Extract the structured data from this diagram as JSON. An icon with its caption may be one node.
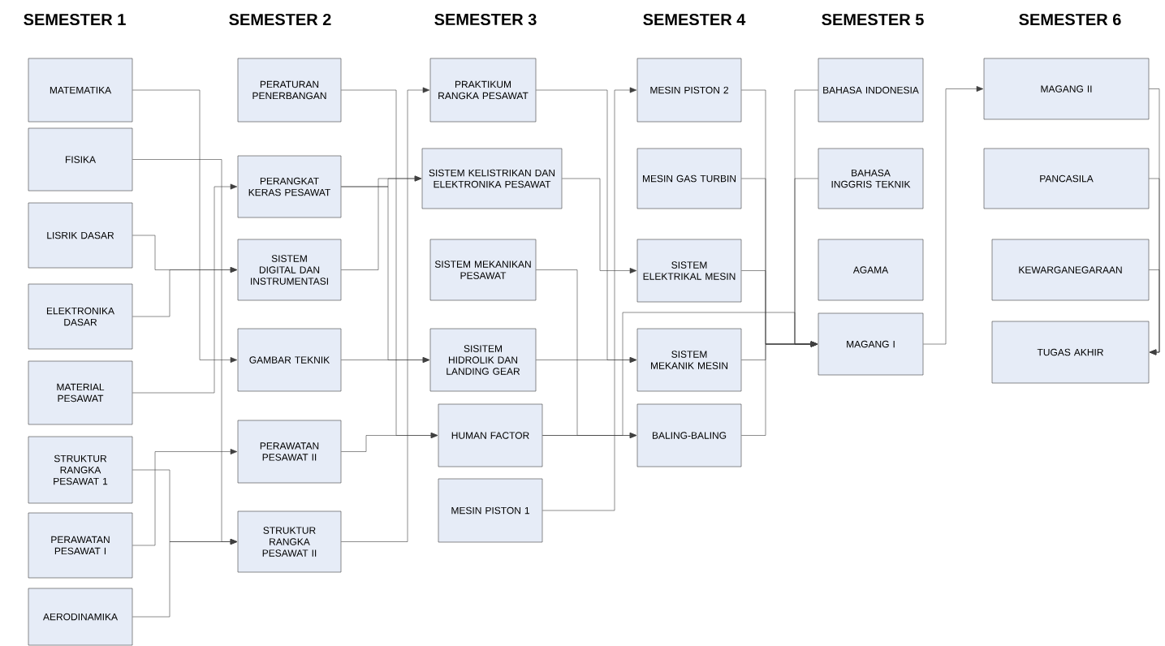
{
  "diagram": {
    "nodes": [
      {
        "text": [
          "MATEMATIKA"
        ]
      },
      {
        "text": [
          "FISIKA"
        ]
      },
      {
        "text": [
          "LISRIK DASAR"
        ]
      },
      {
        "text": [
          "ELEKTRONIKA DASAR"
        ]
      },
      {
        "text": [
          "MATERIAL PESAWAT"
        ]
      },
      {
        "text": [
          "STRUKTUR RANGKA PESAWAT 1"
        ]
      },
      {
        "text": [
          "PERAWATAN PESAWAT I"
        ]
      },
      {
        "text": [
          "AERODINAMIKA"
        ]
      },
      {
        "text": [
          "PERATURAN PENERBANGAN"
        ]
      },
      {
        "text": [
          "PERANGKAT KERAS PESAWAT"
        ]
      },
      {
        "text": [
          "SISTEM DIGITAL DAN INSTRUMENTASI"
        ]
      },
      {
        "text": [
          "GAMBAR TEKNIK"
        ]
      },
      {
        "text": [
          "PERAWATAN PESAWAT II"
        ]
      },
      {
        "text": [
          "STRUKTUR RANGKA PESAWAT II"
        ]
      },
      {
        "text": [
          "PRAKTIKUM RANGKA PESAWAT"
        ]
      },
      {
        "text": [
          "SISTEM KELISTRIKAN DAN ELEKTRONIKA PESAWAT"
        ]
      },
      {
        "text": [
          "SISTEM MEKANIKAN PESAWAT"
        ]
      },
      {
        "text": [
          "SISITEM HIDROLIK DAN LANDING GEAR"
        ]
      },
      {
        "text": [
          "HUMAN FACTOR"
        ]
      },
      {
        "text": [
          "MESIN PISTON 1"
        ]
      },
      {
        "text": [
          "MESIN PISTON 2"
        ]
      },
      {
        "text": [
          "MESIN GAS TURBIN"
        ]
      },
      {
        "text": [
          "SISTEM ELEKTRIKAL MESIN"
        ]
      },
      {
        "text": [
          "SISTEM MEKANIK MESIN"
        ]
      },
      {
        "text": [
          "BALING-BALING"
        ]
      },
      {
        "text": [
          "BAHASA INDONESIA"
        ]
      },
      {
        "text": [
          "BAHASA INGGRIS TEKNIK"
        ]
      },
      {
        "text": [
          "AGAMA"
        ]
      },
      {
        "text": [
          "MAGANG I"
        ]
      },
      {
        "text": [
          "MAGANG II"
        ]
      },
      {
        "text": [
          "PANCASILA"
        ]
      },
      {
        "text": [
          "KEWARGANEGARAAN"
        ]
      },
      {
        "text": [
          "TUGAS AKHIR"
        ]
      }
    ],
    "edges": [
      {
        "from": 0,
        "to": 11,
        "arrow": "to"
      },
      {
        "from": 1,
        "to": 13,
        "arrow": "to"
      },
      {
        "from": 2,
        "to": 10,
        "arrow": "to"
      },
      {
        "from": 3,
        "to": 10,
        "arrow": "to"
      },
      {
        "from": 4,
        "to": 9,
        "arrow": "to"
      },
      {
        "from": 5,
        "to": 13,
        "arrow": "to"
      },
      {
        "from": 6,
        "to": 12,
        "arrow": "to"
      },
      {
        "from": 7,
        "to": 13,
        "arrow": "to"
      },
      {
        "from": 8,
        "to": 18,
        "arrow": "to"
      },
      {
        "from": 9,
        "to": 15,
        "arrow": "to"
      },
      {
        "from": 10,
        "to": 15,
        "arrow": "to"
      },
      {
        "from": 9,
        "to": 17,
        "arrow": "to"
      },
      {
        "from": 11,
        "to": 17,
        "arrow": "to"
      },
      {
        "from": 12,
        "to": 18,
        "arrow": "to"
      },
      {
        "from": 13,
        "to": 14,
        "arrow": "to"
      },
      {
        "from": 14,
        "to": 23,
        "arrow": "to"
      },
      {
        "from": 15,
        "to": 22,
        "arrow": "to"
      },
      {
        "from": 16,
        "to": 24,
        "arrow": "to"
      },
      {
        "from": 17,
        "to": 23,
        "arrow": "to"
      },
      {
        "from": 18,
        "to": 24,
        "arrow": "to"
      },
      {
        "from": 18,
        "to": 28,
        "arrow": "to"
      },
      {
        "from": 19,
        "to": 20,
        "arrow": "to"
      },
      {
        "from": 20,
        "to": 28,
        "arrow": "to"
      },
      {
        "from": 21,
        "to": 28,
        "arrow": "to"
      },
      {
        "from": 22,
        "to": 28,
        "arrow": "to"
      },
      {
        "from": 23,
        "to": 28,
        "arrow": "to"
      },
      {
        "from": 24,
        "to": 28,
        "arrow": "to"
      },
      {
        "from": 25,
        "to": 28,
        "arrow": "to"
      },
      {
        "from": 26,
        "to": 28,
        "arrow": "to"
      },
      {
        "from": 28,
        "to": 29,
        "arrow": "to"
      },
      {
        "from": 29,
        "to": 32,
        "arrow": "to"
      },
      {
        "from": 30,
        "to": 32,
        "arrow": "to"
      },
      {
        "from": 31,
        "to": 32,
        "arrow": "to"
      }
    ],
    "labels": [
      "SEMESTER 1",
      "SEMESTER 2",
      "SEMESTER 3",
      "SEMESTER 4",
      "SEMESTER 5",
      "SEMESTER 6"
    ]
  }
}
